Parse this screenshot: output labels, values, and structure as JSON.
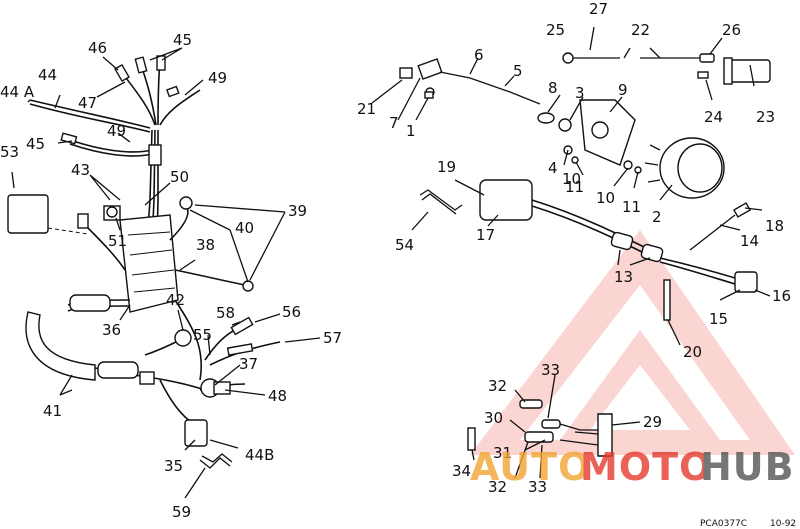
{
  "labels": {
    "l1": "1",
    "l2": "2",
    "l3": "3",
    "l4": "4",
    "l5": "5",
    "l6": "6",
    "l7": "7",
    "l8": "8",
    "l9": "9",
    "l10a": "10",
    "l10b": "10",
    "l11a": "11",
    "l11b": "11",
    "l13": "13",
    "l14": "14",
    "l15": "15",
    "l16": "16",
    "l17": "17",
    "l18": "18",
    "l19": "19",
    "l20": "20",
    "l21": "21",
    "l22": "22",
    "l23": "23",
    "l24": "24",
    "l25": "25",
    "l26": "26",
    "l27": "27",
    "l29": "29",
    "l30": "30",
    "l31": "31",
    "l32a": "32",
    "l32b": "32",
    "l33a": "33",
    "l33b": "33",
    "l34": "34",
    "l35": "35",
    "l36": "36",
    "l37": "37",
    "l38": "38",
    "l39": "39",
    "l40": "40",
    "l41": "41",
    "l42": "42",
    "l43": "43",
    "l44": "44",
    "l44a": "44 A",
    "l44b": "44B",
    "l45a": "45",
    "l45b": "45",
    "l46": "46",
    "l47": "47",
    "l48": "48",
    "l49a": "49",
    "l49b": "49",
    "l50": "50",
    "l51": "51",
    "l53": "53",
    "l54": "54",
    "l55": "55",
    "l56": "56",
    "l57": "57",
    "l58": "58",
    "l59": "59"
  },
  "footer": {
    "code": "PCA0377C",
    "date": "10-92"
  },
  "watermark": {
    "part1": "AUTO",
    "part2": "MOTO",
    "part3": "HUB",
    "color_red": "#e63a2e",
    "color_orange": "#f2a531",
    "color_gray": "#555555"
  }
}
